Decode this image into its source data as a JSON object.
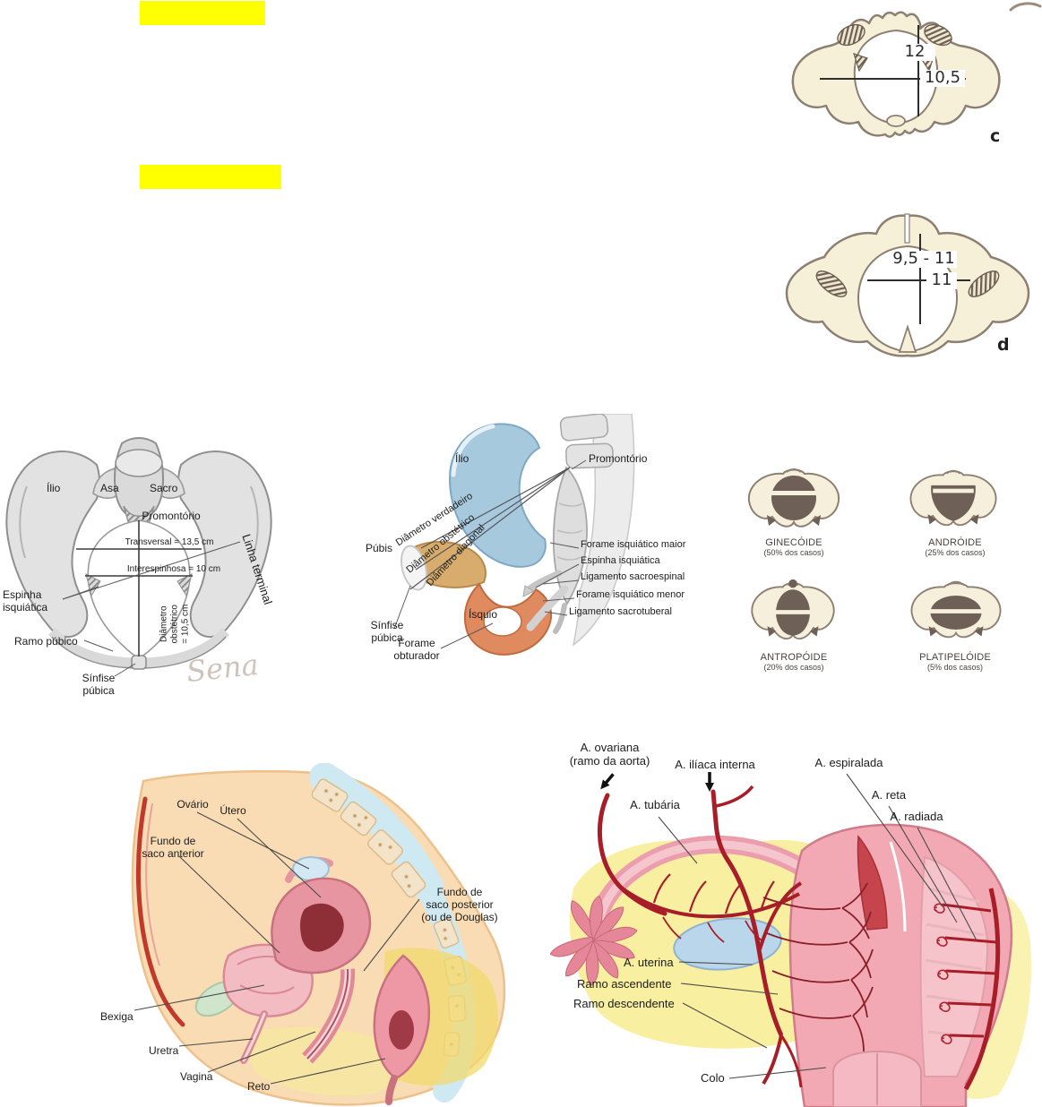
{
  "fig_c": {
    "v": "12",
    "h": "10,5",
    "tag": "c"
  },
  "fig_d": {
    "v": "9,5 - 11",
    "h": "11",
    "tag": "d"
  },
  "fig_inlet": {
    "ilio": "Ílio",
    "asa": "Asa",
    "sacro": "Sacro",
    "promontorio": "Promontório",
    "transversal": "Transversal = 13,5 cm",
    "interespinhosa": "Interespinhosa = 10 cm",
    "espinha": "Espinha\nisquiática",
    "ramo": "Ramo púbico",
    "sinfise": "Sínfise\npúbica",
    "linha": "Linha terminal",
    "diametro": "Diâmetro\nobstétrico\n= 10,5 cm",
    "assinatura": "Sena"
  },
  "fig_lateral": {
    "ilio": "Ílio",
    "promontorio": "Promontório",
    "pubis": "Púbis",
    "verdadeiro": "Diâmetro verdadeiro",
    "obstetrico": "Diâmetro obstétrico",
    "diagonal": "Diâmetro diagonal",
    "forame_maior": "Forame isquiático maior",
    "espinha": "Espinha isquiática",
    "sacroespinal": "Ligamento sacroespinal",
    "forame_menor": "Forame isquiático menor",
    "sacrotuberal": "Ligamento sacrotuberal",
    "isquio": "Ísquio",
    "sinfise": "Sínfise\npúbica",
    "obturador": "Forame\nobturador"
  },
  "fig_types": {
    "t1": {
      "name": "GINECÓIDE",
      "cases": "(50% dos casos)"
    },
    "t2": {
      "name": "ANDRÓIDE",
      "cases": "(25% dos casos)"
    },
    "t3": {
      "name": "ANTROPÓIDE",
      "cases": "(20% dos casos)"
    },
    "t4": {
      "name": "PLATIPELÓIDE",
      "cases": "(5% dos casos)"
    }
  },
  "fig_sagittal": {
    "ovario": "Ovário",
    "utero": "Útero",
    "fundo_ant": "Fundo de\nsaco anterior",
    "fundo_post": "Fundo de\nsaco posterior\n(ou de Douglas)",
    "bexiga": "Bexiga",
    "uretra": "Uretra",
    "vagina": "Vagina",
    "reto": "Reto"
  },
  "fig_arteries": {
    "ovariana": "A. ovariana\n(ramo da aorta)",
    "iliaca": "A. ilíaca interna",
    "espiralada": "A. espiralada",
    "reta": "A. reta",
    "radiada": "A. radiada",
    "tubaria": "A. tubária",
    "uterina": "A. uterina",
    "ramo_asc": "Ramo ascendente",
    "ramo_desc": "Ramo descendente",
    "colo": "Colo"
  },
  "colors": {
    "highlight": "#ffff00",
    "bone_cream": "#f6f0d8",
    "bone_outline": "#8d7f72",
    "inlet_type_dark": "#6f6057",
    "ilium_blue": "#a7c9de",
    "pubis_tan": "#d7ac6c",
    "ischium_orange": "#e08a60",
    "artery_red": "#a81e28",
    "skin": "#f9dcb4"
  }
}
